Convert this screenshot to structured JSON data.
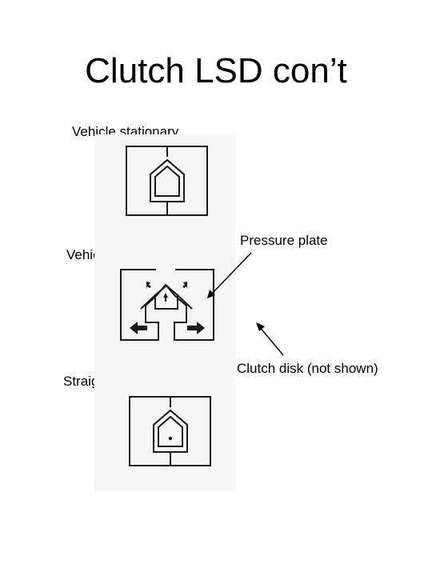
{
  "slide": {
    "title": "Clutch LSD con’t"
  },
  "diagram": {
    "labels": {
      "stationary": "Vehicle stationary",
      "turning": "Vehicle turning",
      "straight": "Straight line driving",
      "pressure_plate": "Pressure plate",
      "clutch_disk": "Clutch disk (not shown)"
    },
    "colors": {
      "line": "#1a1a1a",
      "scan_background": "#f3f3f3"
    }
  }
}
